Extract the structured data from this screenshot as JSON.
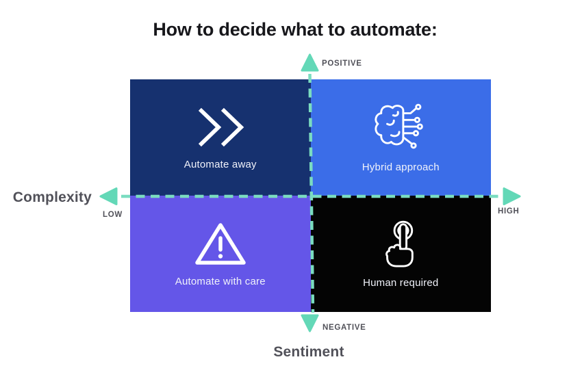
{
  "title": "How to decide what to automate:",
  "palette": {
    "background": "#FFFFFF",
    "axis_dash": "#7ADCC0",
    "axis_arrow": "#63D8B7",
    "axis_text": "#515159",
    "title_text": "#17171B",
    "quadrant_text": "#F0F2FA"
  },
  "axes": {
    "horizontal": {
      "label": "Complexity",
      "min_label": "LOW",
      "max_label": "HIGH"
    },
    "vertical": {
      "label": "Sentiment",
      "max_label": "POSITIVE",
      "min_label": "NEGATIVE"
    }
  },
  "quadrants": [
    {
      "position": "top-left",
      "label": "Automate away",
      "color": "#16316F",
      "icon": "fast-forward-icon"
    },
    {
      "position": "top-right",
      "label": "Hybrid approach",
      "color": "#3B6DE8",
      "icon": "ai-brain-circuit-icon"
    },
    {
      "position": "bottom-left",
      "label": "Automate with care",
      "color": "#6456E8",
      "icon": "warning-triangle-icon"
    },
    {
      "position": "bottom-right",
      "label": "Human required",
      "color": "#040404",
      "icon": "tap-hand-icon"
    }
  ]
}
